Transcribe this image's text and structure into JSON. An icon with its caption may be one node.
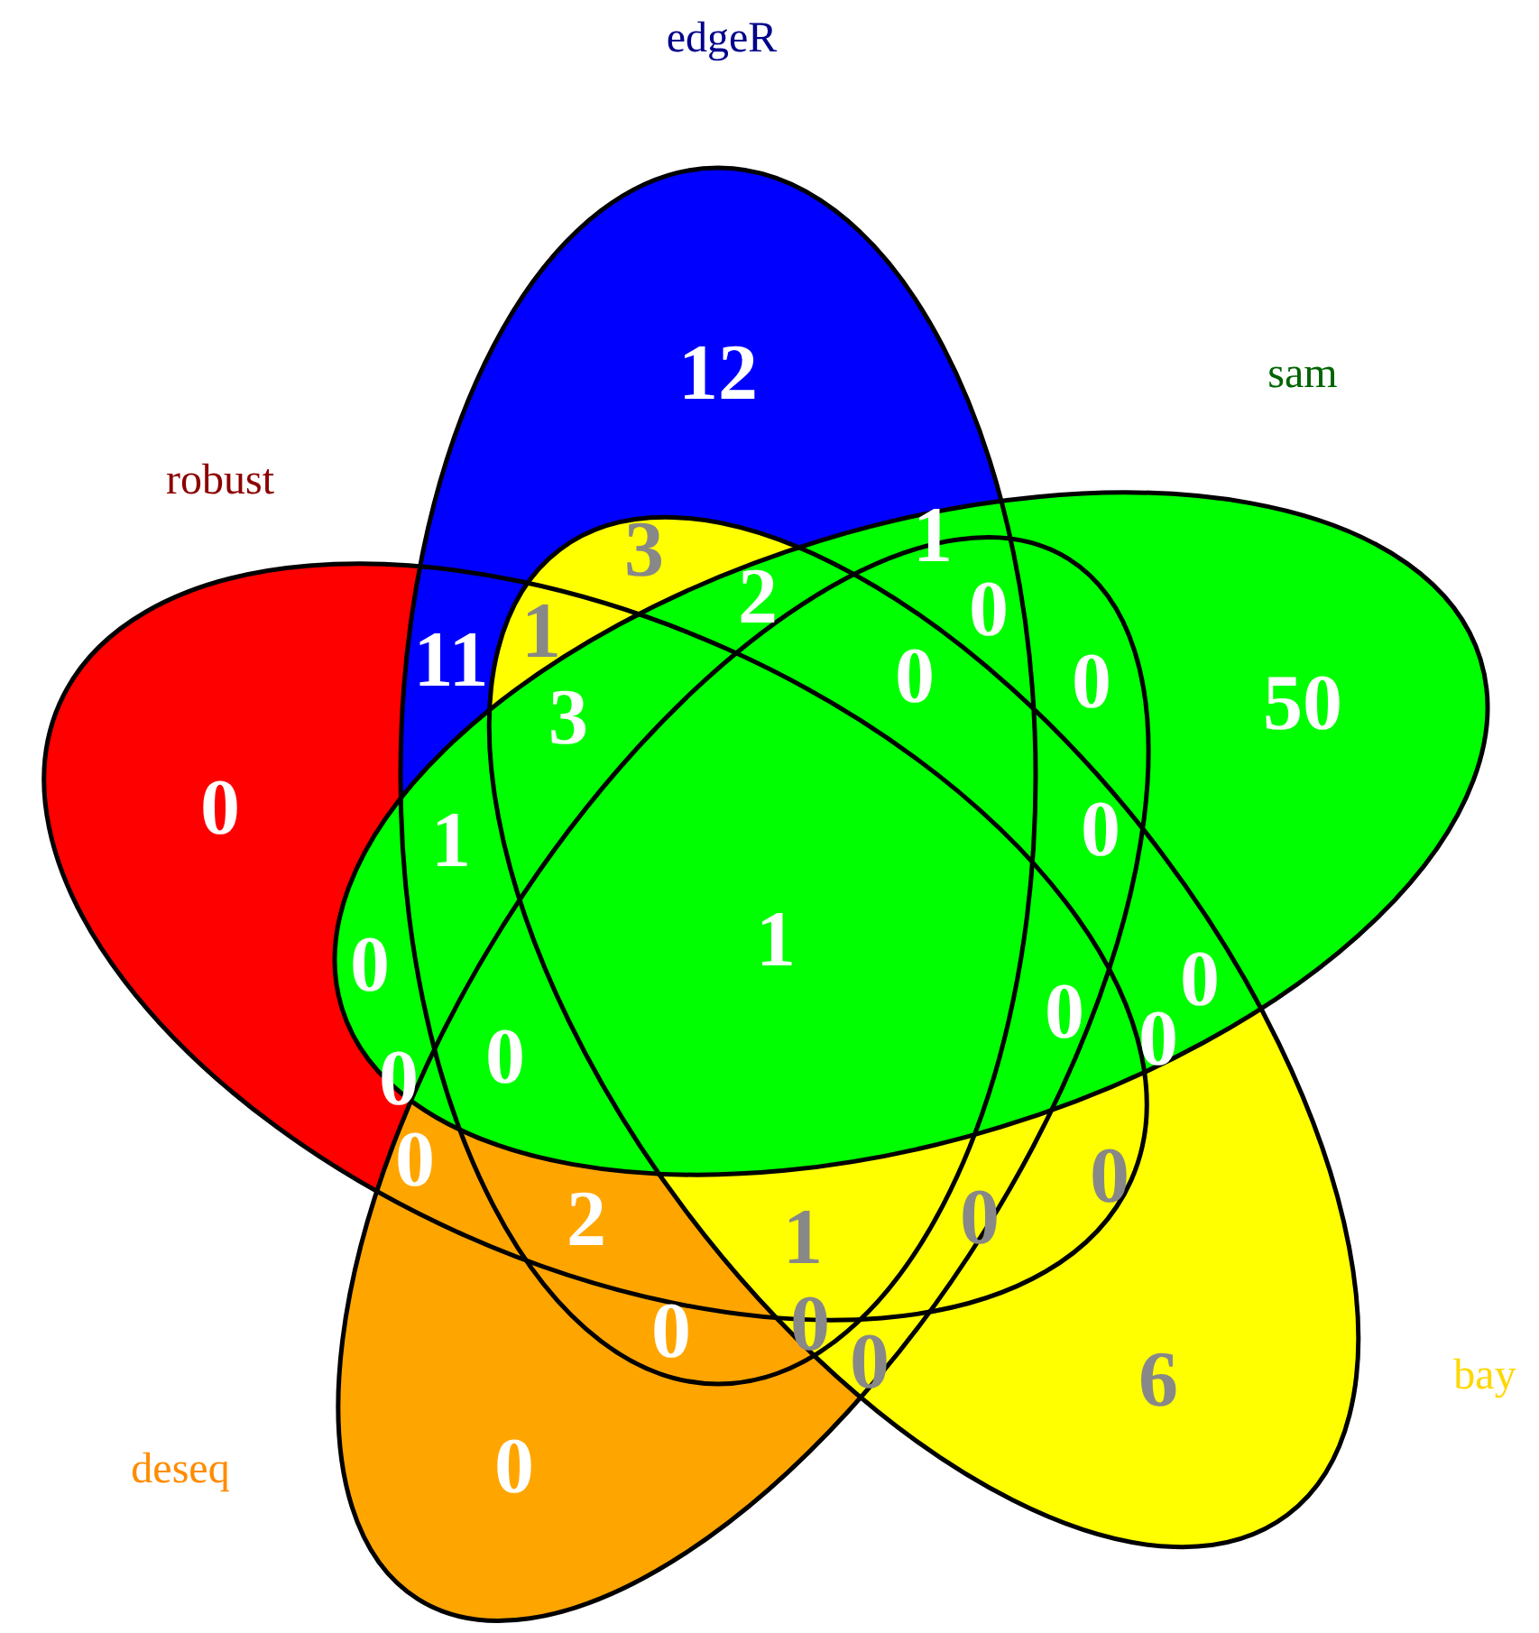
{
  "diagram": {
    "nodes": [
      {
        "text": [
          "edgeR"
        ]
      },
      {
        "text": [
          "sam"
        ]
      },
      {
        "text": [
          "robust"
        ]
      },
      {
        "text": [
          "bay"
        ]
      },
      {
        "text": [
          "deseq"
        ]
      }
    ],
    "labels": [
      "12",
      "1",
      "3",
      "2",
      "0",
      "1",
      "11",
      "0",
      "0",
      "50",
      "3",
      "0",
      "1",
      "0",
      "1",
      "0",
      "0",
      "0",
      "0",
      "0",
      "0",
      "0",
      "0",
      "2",
      "0",
      "1",
      "0",
      "0",
      "0",
      "6",
      "0"
    ]
  }
}
